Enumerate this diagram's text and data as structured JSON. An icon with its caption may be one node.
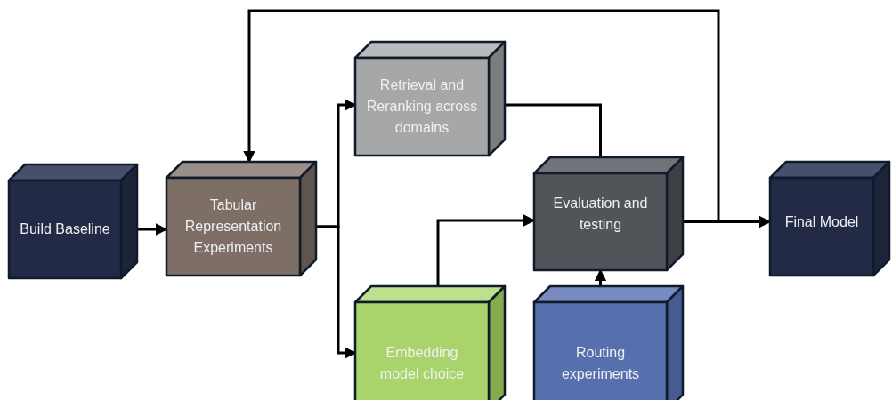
{
  "diagram": {
    "nodes": [
      {
        "text": [
          "Build Baseline"
        ]
      },
      {
        "text": [
          "Tabular Representation Experiments"
        ]
      },
      {
        "text": [
          "Retrieval and Reranking across domains"
        ]
      },
      {
        "text": [
          "Embedding model choice"
        ]
      },
      {
        "text": [
          "Evaluation and testing"
        ]
      },
      {
        "text": [
          "Routing experiments"
        ]
      },
      {
        "text": [
          "Final Model"
        ]
      }
    ],
    "edges": [
      {
        "from": 0,
        "to": 1,
        "arrow": "to"
      },
      {
        "from": 1,
        "to": 2,
        "arrow": "to"
      },
      {
        "from": 1,
        "to": 3,
        "arrow": "to"
      },
      {
        "from": 2,
        "to": 4,
        "arrow": "to"
      },
      {
        "from": 3,
        "to": 4,
        "arrow": "to"
      },
      {
        "from": 5,
        "to": 4,
        "arrow": "to"
      },
      {
        "from": 4,
        "to": 6,
        "arrow": "to"
      },
      {
        "from": 4,
        "to": 1,
        "arrow": "to"
      }
    ]
  }
}
